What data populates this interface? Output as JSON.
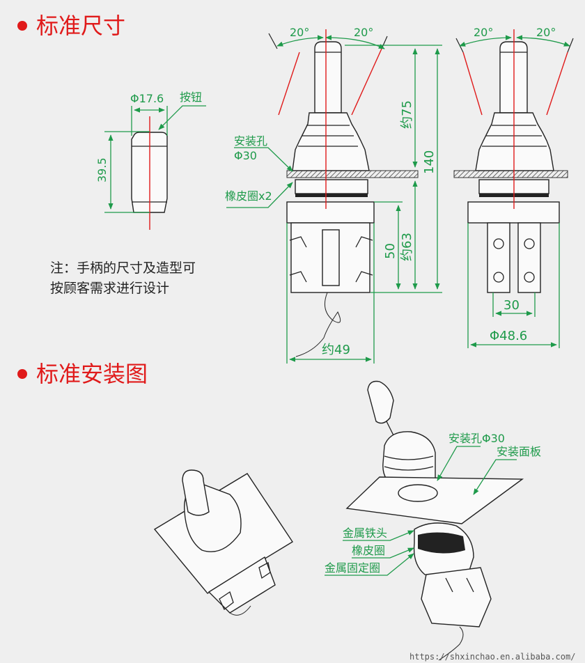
{
  "sections": {
    "dimensions_title": "标准尺寸",
    "installation_title": "标准安装图"
  },
  "button_view": {
    "diameter": "Φ17.6",
    "label": "按钮",
    "height": "39.5"
  },
  "front_view": {
    "angle_left": "20°",
    "angle_right": "20°",
    "mount_hole_label": "安装孔",
    "mount_hole_dia": "Φ30",
    "rubber_ring": "橡皮圈x2",
    "approx_75": "约75",
    "total_140": "140",
    "dim_50": "50",
    "approx_63": "约63",
    "approx_49": "约49"
  },
  "side_view": {
    "angle_left": "20°",
    "angle_right": "20°",
    "width_30": "30",
    "dia_48_6": "Φ48.6"
  },
  "note": {
    "line1": "注：手柄的尺寸及造型可",
    "line2": "按顾客需求进行设计"
  },
  "install": {
    "mount_hole": "安装孔Φ30",
    "panel": "安装面板",
    "metal_head": "金属铁头",
    "rubber_ring": "橡皮圈",
    "metal_ring": "金属固定圈"
  },
  "watermark": "https://shxinchao.en.alibaba.com/",
  "colors": {
    "title": "#e01a1a",
    "dimension": "#1e9a4a",
    "centerline": "#e01a1a"
  }
}
